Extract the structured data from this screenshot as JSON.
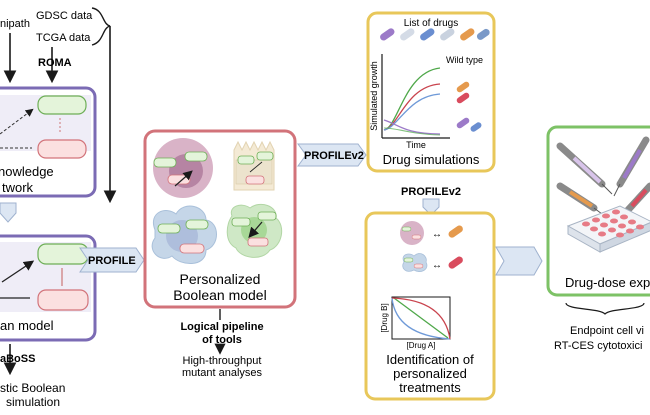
{
  "sources": {
    "gdsc": "GDSC data",
    "tcga": "TCGA data",
    "omnipath": "nipath"
  },
  "steps": {
    "roma": "ROMA",
    "profile": "PROFILE",
    "profilev2_top": "PROFILEv2",
    "profilev2_mid": "PROFILEv2",
    "maboss": "aBoSS"
  },
  "boxes": {
    "knowledge": [
      "nowledge",
      "twork"
    ],
    "boolean": "an model",
    "personalized": [
      "Personalized",
      "Boolean model"
    ],
    "drug_sim": "Drug simulations",
    "identification": [
      "Identification of",
      "personalized",
      "treatments"
    ],
    "drug_dose": "Drug-dose expe"
  },
  "drug_sim_panel": {
    "list_label": "List of drugs",
    "wild_type": "Wild type",
    "ylabel": "Simulated growth",
    "xlabel": "Time"
  },
  "synergy_panel": {
    "ylabel": "[Drug B]",
    "xlabel": "[Drug A]"
  },
  "pipeline": {
    "title": [
      "Logical pipeline",
      "of tools"
    ],
    "subtitle": [
      "High-throughput",
      "mutant analyses"
    ]
  },
  "bottom_left": [
    "stic Boolean",
    "simulation"
  ],
  "endpoint": [
    "Endpoint cell vi",
    "RT-CES cytotoxici"
  ],
  "colors": {
    "purple": "#7b6bb4",
    "red": "#d2737a",
    "yellow": "#e8c75a",
    "green": "#7dc266",
    "chevron": "#dce6f3",
    "chevron_stroke": "#9fb2cf"
  }
}
